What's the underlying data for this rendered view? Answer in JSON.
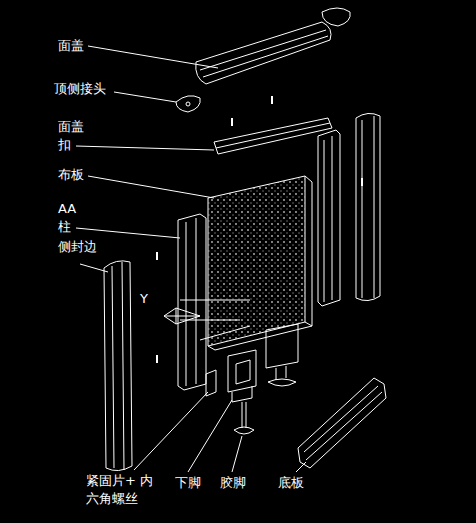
{
  "diagram": {
    "labels": [
      "面盖",
      "顶侧接头",
      "面盖 扣",
      "布板",
      "AA 柱",
      "侧封边",
      "Y",
      "紧固片+ 内六角螺丝",
      "下脚",
      "胶脚",
      "底板"
    ]
  }
}
